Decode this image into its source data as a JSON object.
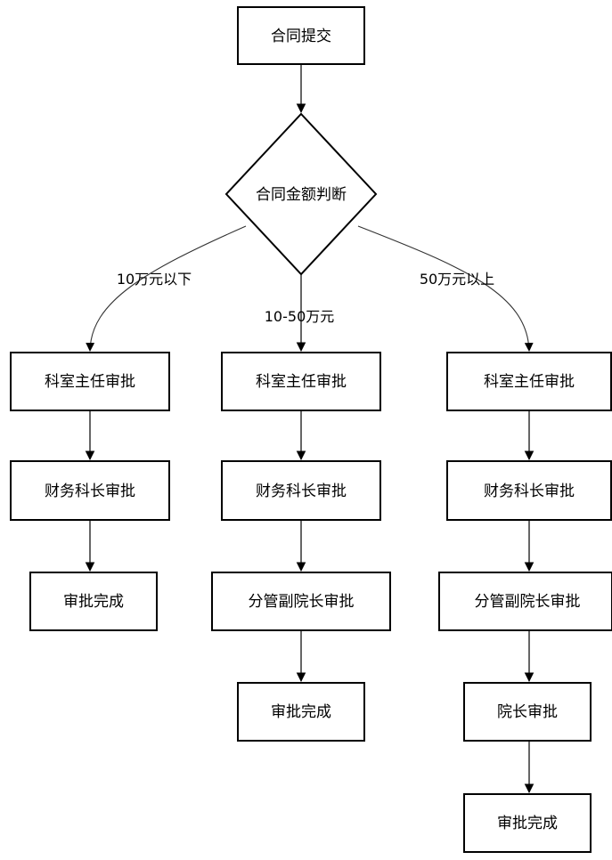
{
  "start": {
    "label": "合同提交"
  },
  "decision": {
    "label": "合同金额判断"
  },
  "branches": [
    {
      "condition": "10万元以下",
      "steps": [
        "科室主任审批",
        "财务科长审批",
        "审批完成"
      ]
    },
    {
      "condition": "10-50万元",
      "steps": [
        "科室主任审批",
        "财务科长审批",
        "分管副院长审批",
        "审批完成"
      ]
    },
    {
      "condition": "50万元以上",
      "steps": [
        "科室主任审批",
        "财务科长审批",
        "分管副院长审批",
        "院长审批",
        "审批完成"
      ]
    }
  ]
}
